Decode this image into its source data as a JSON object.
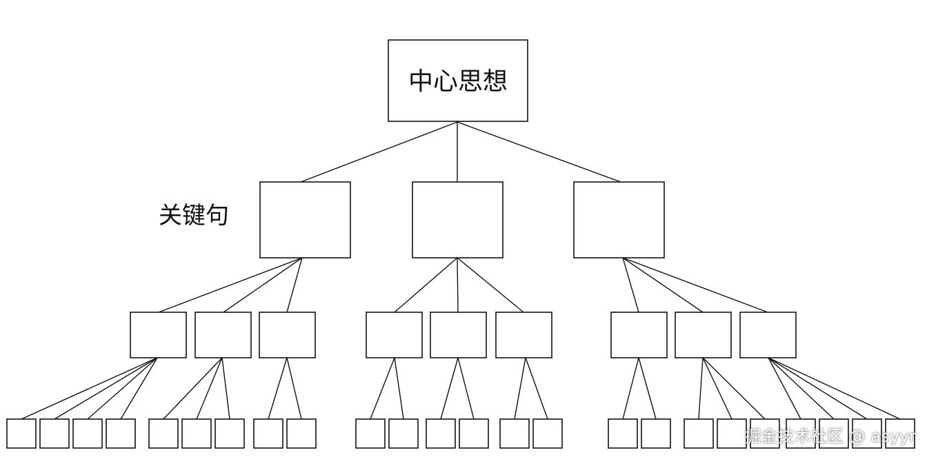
{
  "diagram": {
    "root_label": "中心思想",
    "level1_label": "关键句",
    "watermark": "掘金技术社区 @ asyyr"
  }
}
